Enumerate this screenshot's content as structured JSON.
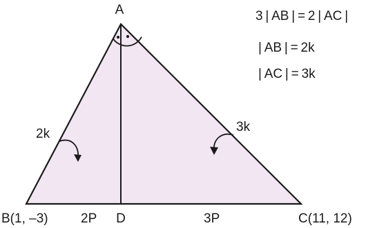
{
  "figure": {
    "fill_color": "#f3e6f3",
    "stroke_color": "#1a1a1a",
    "labels": {
      "A": "A",
      "B": "B(1, –3)",
      "C": "C(11, 12)",
      "D": "D",
      "bd": "2P",
      "dc": "3P",
      "ab_side": "2k",
      "ac_side": "3k"
    },
    "equations": {
      "ratio": "3 | AB | = 2 | AC |",
      "ab": "| AB | = 2k",
      "ac": "| AC | = 3k"
    }
  }
}
